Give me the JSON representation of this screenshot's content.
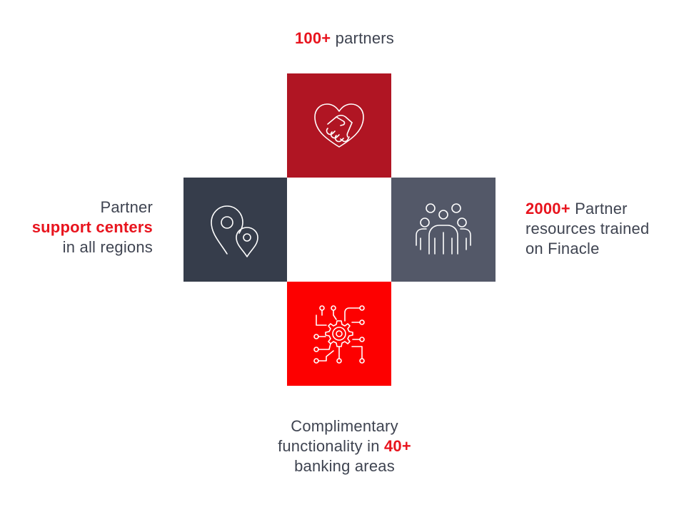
{
  "colors": {
    "accent": "#e8141e",
    "tile_top": "#b01523",
    "tile_left": "#363d4b",
    "tile_center": "#ffffff",
    "tile_right": "#535868",
    "tile_bottom": "#fd0000",
    "text": "#3f4451"
  },
  "top": {
    "highlight": "100+",
    "text": " partners",
    "icon": "handshake-heart-icon"
  },
  "left": {
    "line1": "Partner",
    "highlight": "support centers",
    "line3": "in all regions",
    "icon": "location-pins-icon"
  },
  "right": {
    "highlight": "2000+",
    "line1_rest": " Partner",
    "line2": "resources trained",
    "line3": "on Finacle",
    "icon": "people-group-icon"
  },
  "bottom": {
    "line1": "Complimentary",
    "line2_pre": "functionality in ",
    "highlight": "40+",
    "line3": "banking areas",
    "icon": "gear-circuit-icon"
  }
}
